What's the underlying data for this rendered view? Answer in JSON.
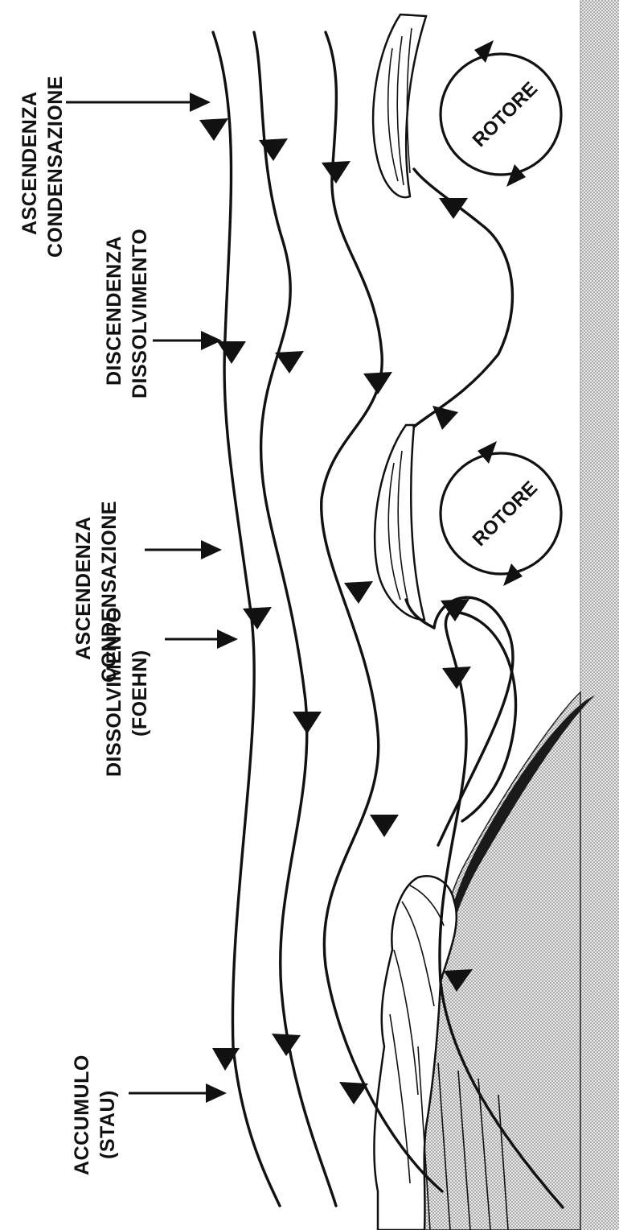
{
  "labels": [
    {
      "id": "accumulo",
      "lines": [
        "ACCUMULO",
        "(STAU)"
      ]
    },
    {
      "id": "dissolvimento-foehn",
      "lines": [
        "DISSOLVIMENTO",
        "(FOEHN)"
      ]
    },
    {
      "id": "ascendenza-1",
      "lines": [
        "ASCENDENZA",
        "CONDENSAZIONE"
      ]
    },
    {
      "id": "discendenza",
      "lines": [
        "DISCENDENZA",
        "DISSOLVIMENTO"
      ]
    },
    {
      "id": "ascendenza-2",
      "lines": [
        "ASCENDENZA",
        "CONDENSAZIONE"
      ]
    }
  ],
  "rotors": [
    {
      "label": "ROTORE"
    },
    {
      "label": "ROTORE"
    }
  ],
  "colors": {
    "ink": "#111111",
    "ground_pattern": "#9a9a9a",
    "background": "#ffffff"
  }
}
